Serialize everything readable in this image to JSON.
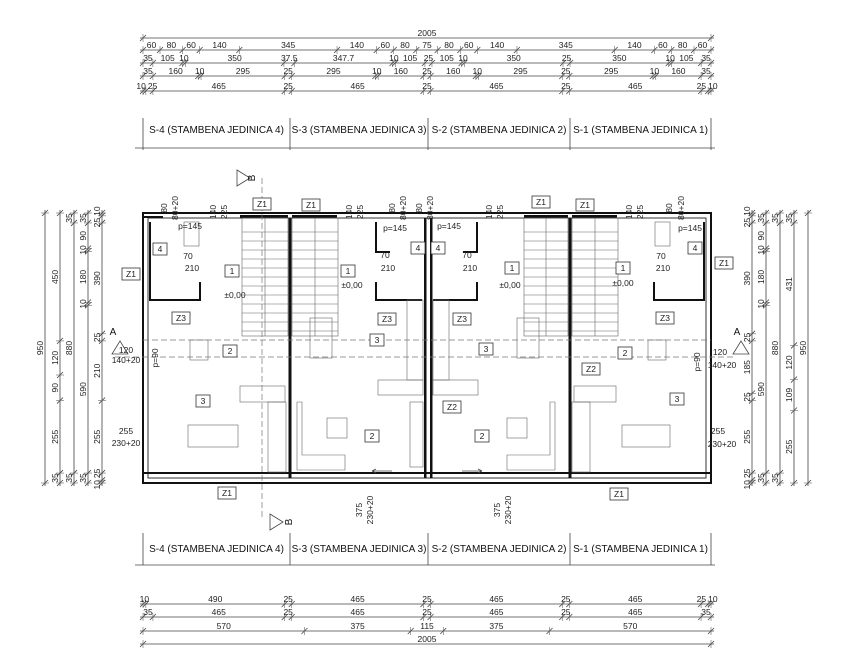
{
  "top_dims": {
    "total": [
      2005
    ],
    "row1": [
      60,
      80,
      60,
      140,
      345,
      140,
      60,
      80,
      75,
      80,
      60,
      140,
      345,
      140,
      60,
      80,
      60
    ],
    "row2": [
      35,
      105,
      10,
      350,
      37.5,
      347.7,
      10,
      105,
      25,
      105,
      10,
      350,
      25,
      350,
      10,
      105,
      35
    ],
    "row3": [
      35,
      160,
      10,
      295,
      25,
      295,
      10,
      160,
      25,
      160,
      10,
      295,
      25,
      295,
      10,
      160,
      35
    ],
    "row4": [
      10,
      25,
      465,
      25,
      465,
      25,
      465,
      25,
      465,
      25,
      10
    ]
  },
  "bottom_dims": {
    "row1": [
      10,
      490,
      25,
      465,
      25,
      465,
      25,
      465,
      25,
      10
    ],
    "row2": [
      35,
      465,
      25,
      465,
      25,
      465,
      25,
      465,
      35
    ],
    "row3": [
      570,
      375,
      115,
      375,
      570
    ],
    "total": [
      2005
    ]
  },
  "left_dims": {
    "col1": [
      950
    ],
    "col2": [
      450,
      120,
      90,
      255,
      35
    ],
    "col3": [
      35,
      880,
      35
    ],
    "col4": [
      35,
      90,
      10,
      180,
      10,
      590,
      35
    ],
    "col5": [
      10,
      25,
      390,
      25,
      210,
      255,
      25,
      10
    ]
  },
  "right_dims": {
    "col1": [
      10,
      25,
      390,
      25,
      185,
      25,
      255,
      25,
      10
    ],
    "col2": [
      35,
      90,
      10,
      180,
      10,
      590,
      35
    ],
    "col3": [
      35,
      880,
      35
    ],
    "col4": [
      35,
      431,
      120,
      109,
      255
    ],
    "col5": [
      950
    ]
  },
  "units_header": [
    "S-4 (STAMBENA JEDINICA 4)",
    "S-3 (STAMBENA JEDINICA 3)",
    "S-2 (STAMBENA JEDINICA 2)",
    "S-1 (STAMBENA JEDINICA 1)"
  ],
  "plan": {
    "section_a": "A",
    "section_b": "B",
    "s4": {
      "z1a": "Z1",
      "w80": "80",
      "w80b": "80+20",
      "d140": "140",
      "d225": "225",
      "p145": "p=145",
      "r4": "4",
      "d70": "70",
      "d210": "210",
      "r1": "1",
      "lvl": "±0,00",
      "z1b": "Z1",
      "z3": "Z3",
      "r2": "2",
      "w120": "120",
      "w140": "140+20",
      "p90": "p=90",
      "r3": "3",
      "w255": "255",
      "w230": "230+20",
      "z1c": "Z1"
    },
    "s3": {
      "z1": "Z1",
      "d140": "140",
      "d225": "225",
      "w80": "80",
      "w80b": "80+20",
      "p145": "p=145",
      "r4": "4",
      "d70": "70",
      "d210": "210",
      "r1": "1",
      "lvl": "±0,00",
      "z3": "Z3",
      "r3": "3",
      "r2": "2",
      "w375": "375",
      "w230": "230+20"
    },
    "s2": {
      "z1": "Z1",
      "d140": "140",
      "d225": "225",
      "w80": "80",
      "w80b": "80+20",
      "p145": "p=145",
      "r4": "4",
      "d70": "70",
      "d210": "210",
      "r1": "1",
      "lvl": "±0,00",
      "z3": "Z3",
      "r3": "3",
      "z2": "Z2",
      "r2": "2",
      "w375": "375",
      "w230": "230+20"
    },
    "s1": {
      "z1a": "Z1",
      "d140": "140",
      "d225": "225",
      "w80": "80",
      "w80b": "80+20",
      "p145": "p=145",
      "r4": "4",
      "d70": "70",
      "d210": "210",
      "r1": "1",
      "lvl": "±0,00",
      "z1b": "Z1",
      "z3": "Z3",
      "r2": "2",
      "z2": "Z2",
      "r3": "3",
      "w120": "120",
      "w140": "140+20",
      "p90": "p=90",
      "w255": "255",
      "w230": "230+20",
      "z1c": "Z1"
    }
  }
}
